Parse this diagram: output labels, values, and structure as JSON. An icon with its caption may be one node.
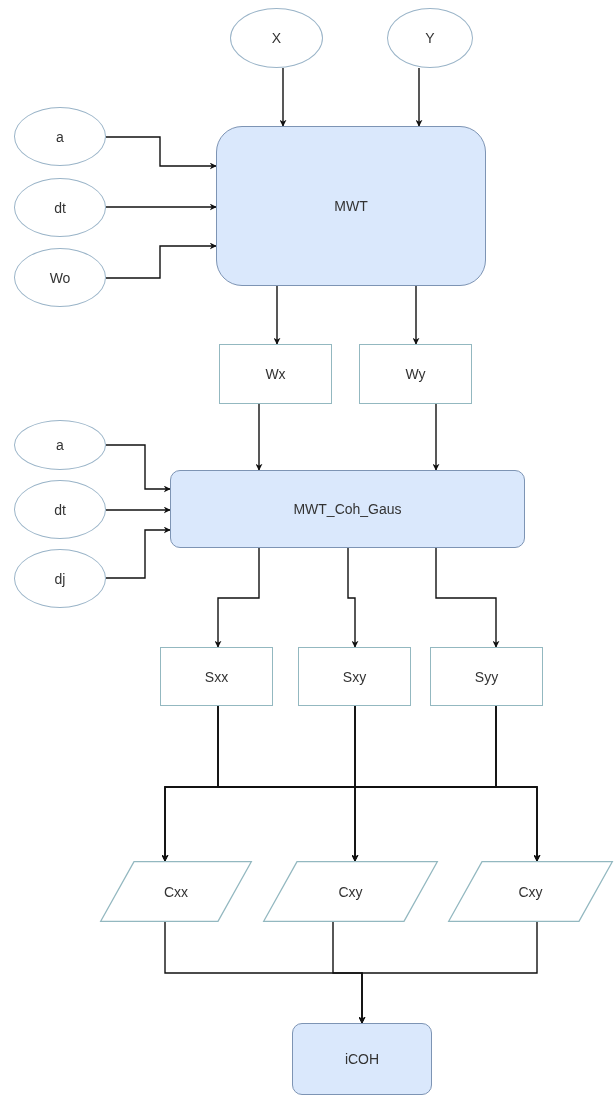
{
  "diagram": {
    "nodes": [
      {
        "text": [
          "X"
        ]
      },
      {
        "text": [
          "Y"
        ]
      },
      {
        "text": [
          "a"
        ]
      },
      {
        "text": [
          "dt"
        ]
      },
      {
        "text": [
          "Wo"
        ]
      },
      {
        "text": [
          "MWT"
        ]
      },
      {
        "text": [
          "Wx"
        ]
      },
      {
        "text": [
          "Wy"
        ]
      },
      {
        "text": [
          "a"
        ]
      },
      {
        "text": [
          "dt"
        ]
      },
      {
        "text": [
          "dj"
        ]
      },
      {
        "text": [
          "MWT_Coh_Gaus"
        ]
      },
      {
        "text": [
          "Sxx"
        ]
      },
      {
        "text": [
          "Sxy"
        ]
      },
      {
        "text": [
          "Syy"
        ]
      },
      {
        "text": [
          "Cxx"
        ]
      },
      {
        "text": [
          "Cxy"
        ]
      },
      {
        "text": [
          "Cxy"
        ]
      },
      {
        "text": [
          "iCOH"
        ]
      }
    ],
    "edges": [
      {
        "from": 0,
        "to": 5,
        "arrow": "to"
      },
      {
        "from": 1,
        "to": 5,
        "arrow": "to"
      },
      {
        "from": 2,
        "to": 5,
        "arrow": "to"
      },
      {
        "from": 3,
        "to": 5,
        "arrow": "to"
      },
      {
        "from": 4,
        "to": 5,
        "arrow": "to"
      },
      {
        "from": 5,
        "to": 6,
        "arrow": "to"
      },
      {
        "from": 5,
        "to": 7,
        "arrow": "to"
      },
      {
        "from": 6,
        "to": 11,
        "arrow": "to"
      },
      {
        "from": 7,
        "to": 11,
        "arrow": "to"
      },
      {
        "from": 8,
        "to": 11,
        "arrow": "to"
      },
      {
        "from": 9,
        "to": 11,
        "arrow": "to"
      },
      {
        "from": 10,
        "to": 11,
        "arrow": "to"
      },
      {
        "from": 11,
        "to": 12,
        "arrow": "to"
      },
      {
        "from": 11,
        "to": 13,
        "arrow": "to"
      },
      {
        "from": 11,
        "to": 14,
        "arrow": "to"
      },
      {
        "from": 12,
        "to": 15,
        "arrow": "to"
      },
      {
        "from": 12,
        "to": 16,
        "arrow": "to"
      },
      {
        "from": 12,
        "to": 17,
        "arrow": "to"
      },
      {
        "from": 13,
        "to": 15,
        "arrow": "to"
      },
      {
        "from": 13,
        "to": 16,
        "arrow": "to"
      },
      {
        "from": 13,
        "to": 17,
        "arrow": "to"
      },
      {
        "from": 14,
        "to": 15,
        "arrow": "to"
      },
      {
        "from": 14,
        "to": 16,
        "arrow": "to"
      },
      {
        "from": 14,
        "to": 17,
        "arrow": "to"
      },
      {
        "from": 15,
        "to": 18,
        "arrow": "to"
      },
      {
        "from": 16,
        "to": 18,
        "arrow": "to"
      },
      {
        "from": 17,
        "to": 18,
        "arrow": "to"
      }
    ]
  }
}
